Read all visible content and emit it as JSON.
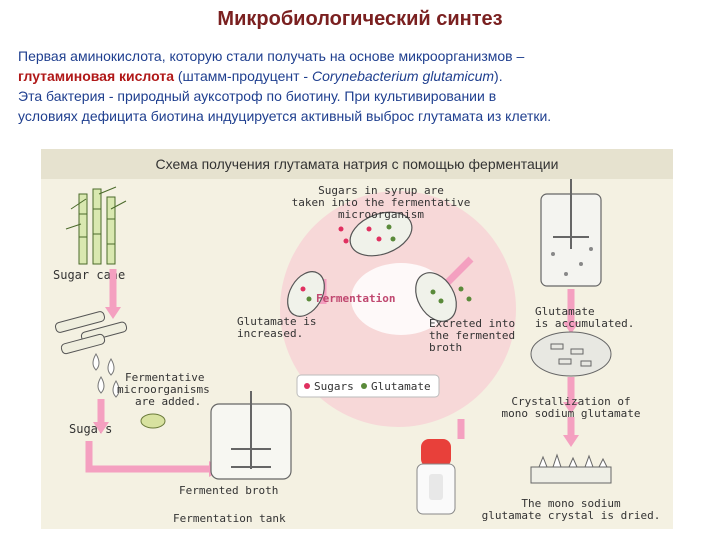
{
  "title": "Микробиологический синтез",
  "paragraph": {
    "line1": "Первая аминокислота, которую стали получать на основе микроорганизмов –",
    "line2_bold": "глутаминовая кислота",
    "line2_rest": " (штамм-продуцент - ",
    "line2_italic": "Corynebacterium glutamicum",
    "line2_end": ").",
    "line3": "Эта бактерия - природный ауксотроф по биотину. При культивировании в",
    "line4": "условиях дефицита биотина индуцируется активный выброс глутамата из клетки."
  },
  "diagram": {
    "header": "Схема получения глутамата натрия с помощью ферментации",
    "labels": {
      "sugars_syrup_1": "Sugars in syrup are",
      "sugars_syrup_2": "taken into the fermentative",
      "sugars_syrup_3": "microorganism",
      "sugar_cane": "Sugar cane",
      "fermentation": "Fermentation",
      "glutamate_increased_1": "Glutamate is",
      "glutamate_increased_2": "increased.",
      "excreted_1": "Excreted into",
      "excreted_2": "the fermented",
      "excreted_3": "broth",
      "accumulated_1": "Glutamate",
      "accumulated_2": "is accumulated.",
      "ferm_micro_1": "Fermentative",
      "ferm_micro_2": "microorganisms",
      "ferm_micro_3": "are added.",
      "legend_sugars": "Sugars",
      "legend_glutamate": "Glutamate",
      "crystallization_1": "Crystallization of",
      "crystallization_2": "mono sodium glutamate",
      "sugars": "Sugars",
      "fermented_broth": "Fermented broth",
      "fermentation_tank": "Fermentation tank",
      "dried_1": "The mono sodium",
      "dried_2": "glutamate crystal is dried."
    }
  },
  "colors": {
    "title": "#7a2020",
    "text": "#1f3f8f",
    "highlight": "#b01818",
    "arrow": "#f4a0c0",
    "circle": "#f7d8d8",
    "panel": "#f4f1e2"
  }
}
